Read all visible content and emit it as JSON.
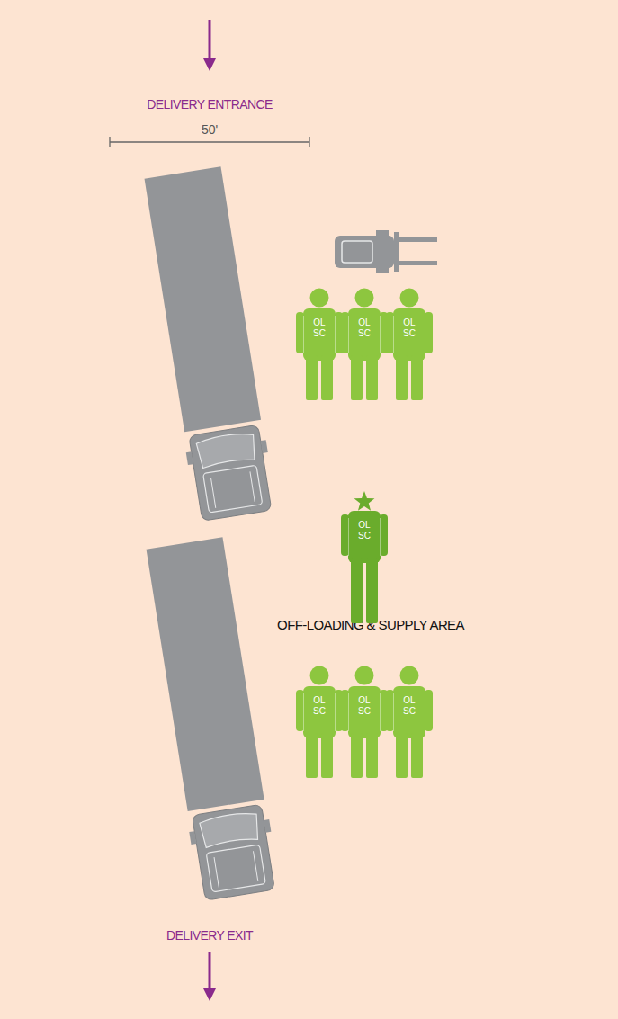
{
  "diagram": {
    "nodes": [
      {
        "text": [
          "OL SC"
        ]
      },
      {
        "text": [
          "OL SC"
        ]
      },
      {
        "text": [
          "OL SC"
        ]
      },
      {
        "text": [
          "OL SC"
        ]
      },
      {
        "text": [
          "OL SC"
        ]
      },
      {
        "text": [
          "OL SC"
        ]
      },
      {
        "text": [
          "OL SC"
        ]
      }
    ],
    "labels": [
      "DELIVERY ENTRANCE",
      "50'",
      "OFF-LOADING & SUPPLY AREA",
      "DELIVERY EXIT"
    ]
  }
}
